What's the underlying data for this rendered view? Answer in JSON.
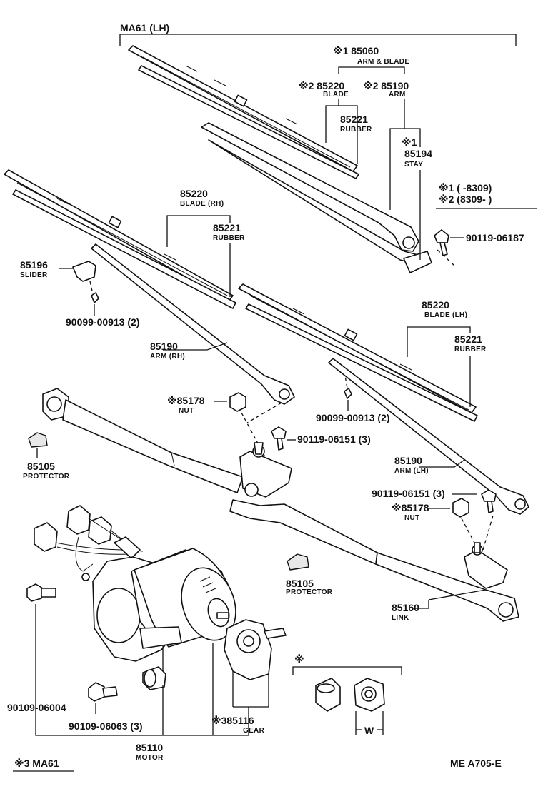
{
  "header": {
    "model": "MA61 (LH)"
  },
  "legend": {
    "note1": "※1 (      -8309)",
    "note2": "※2 (8309-       )"
  },
  "footer": {
    "note3": "※3 MA61",
    "code": "ME  A705-E"
  },
  "callouts": {
    "arm_blade_set": {
      "number": "※1 85060",
      "name": "ARM & BLADE"
    },
    "blade_lh_top": {
      "number": "※2 85220",
      "name": "BLADE"
    },
    "arm_top": {
      "number": "※2 85190",
      "name": "ARM"
    },
    "rubber_top": {
      "number": "85221",
      "name": "RUBBER"
    },
    "stay_mark": {
      "number": "※1"
    },
    "stay": {
      "number": "85194",
      "name": "STAY"
    },
    "bolt_top": {
      "number": "90119-06187"
    },
    "blade_rh": {
      "number": "85220",
      "name": "BLADE (RH)"
    },
    "rubber_rh": {
      "number": "85221",
      "name": "RUBBER"
    },
    "slider": {
      "number": "85196",
      "name": "SLIDER"
    },
    "screw_rh": {
      "number": "90099-00913 (2)"
    },
    "arm_rh": {
      "number": "85190",
      "name": "ARM (RH)"
    },
    "nut_rh": {
      "number": "※85178",
      "name": "NUT"
    },
    "protector_left": {
      "number": "85105",
      "name": "PROTECTOR"
    },
    "bolt_mid": {
      "number": "90119-06151 (3)"
    },
    "blade_lh": {
      "number": "85220",
      "name": "BLADE (LH)"
    },
    "rubber_lh": {
      "number": "85221",
      "name": "RUBBER"
    },
    "screw_lh": {
      "number": "90099-00913 (2)"
    },
    "arm_lh": {
      "number": "85190",
      "name": "ARM (LH)"
    },
    "bolt_right": {
      "number": "90119-06151 (3)"
    },
    "nut_lh": {
      "number": "※85178",
      "name": "NUT"
    },
    "protector_mid": {
      "number": "85105",
      "name": "PROTECTOR"
    },
    "link": {
      "number": "85160",
      "name": "LINK"
    },
    "bolt_motor": {
      "number": "90109-06004"
    },
    "bolt_motor2": {
      "number": "90109-06063 (3)"
    },
    "motor": {
      "number": "85110",
      "name": "MOTOR"
    },
    "gear": {
      "number": "※385116",
      "name": "GEAR"
    },
    "nut_detail": {
      "number": "※",
      "dimension": "W"
    }
  }
}
